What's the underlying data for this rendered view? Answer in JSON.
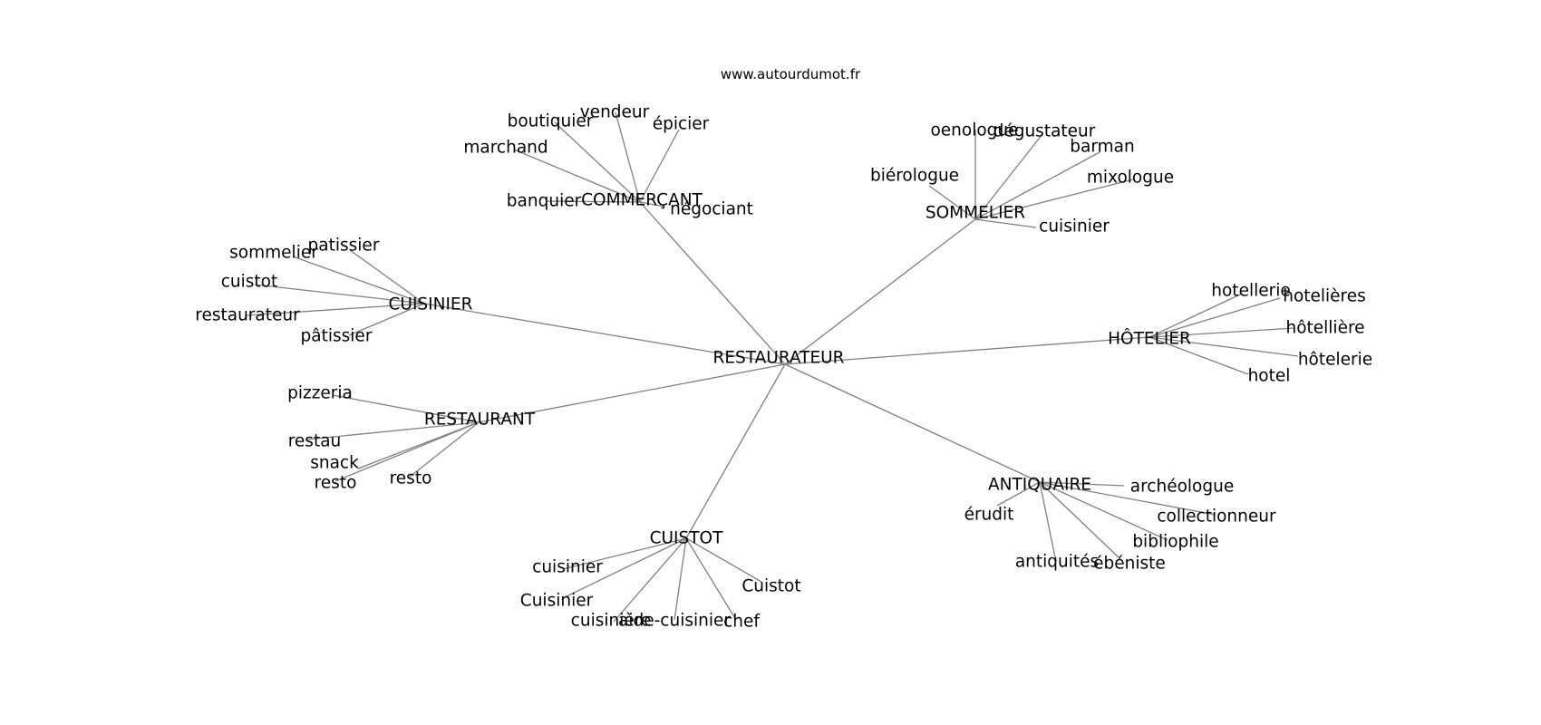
{
  "site": "www.autourdumot.fr",
  "graph": {
    "center": "RESTAURATEUR",
    "groups": [
      {
        "label": "COMMERÇANT",
        "words": [
          "boutiquier",
          "vendeur",
          "épicier",
          "marchand",
          "banquier",
          "négociant"
        ]
      },
      {
        "label": "SOMMELIER",
        "words": [
          "oenologue",
          "dégustateur",
          "barman",
          "biérologue",
          "mixologue",
          "cuisinier"
        ]
      },
      {
        "label": "CUISINIER",
        "words": [
          "sommelier",
          "patissier",
          "cuistot",
          "restaurateur",
          "pâtissier"
        ]
      },
      {
        "label": "HÔTELIER",
        "words": [
          "hotellerie",
          "hotelières",
          "hôtellière",
          "hôtelerie",
          "hotel"
        ]
      },
      {
        "label": "RESTAURANT",
        "words": [
          "pizzeria",
          "restau",
          "snack",
          "resto",
          "resto"
        ]
      },
      {
        "label": "ANTIQUAIRE",
        "words": [
          "archéologue",
          "érudit",
          "collectionneur",
          "bibliophile",
          "antiquités",
          "ébéniste"
        ]
      },
      {
        "label": "CUISTOT",
        "words": [
          "cuisinier",
          "Cuisinier",
          "cuisinière",
          "aide-cuisinier",
          "chef",
          "Cuistot"
        ]
      }
    ]
  }
}
